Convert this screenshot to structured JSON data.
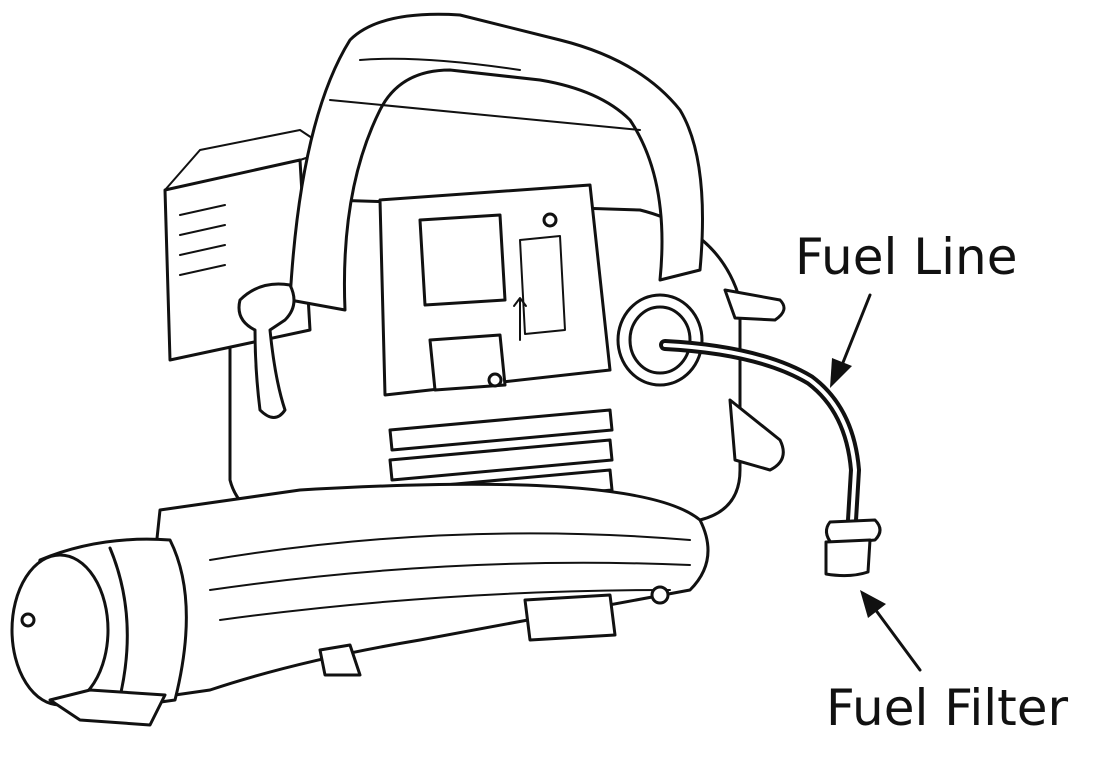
{
  "figure": {
    "subject_icon": "leaf-blower-drawing",
    "labels": {
      "fuel_line": "Fuel Line",
      "fuel_filter": "Fuel Filter"
    }
  }
}
